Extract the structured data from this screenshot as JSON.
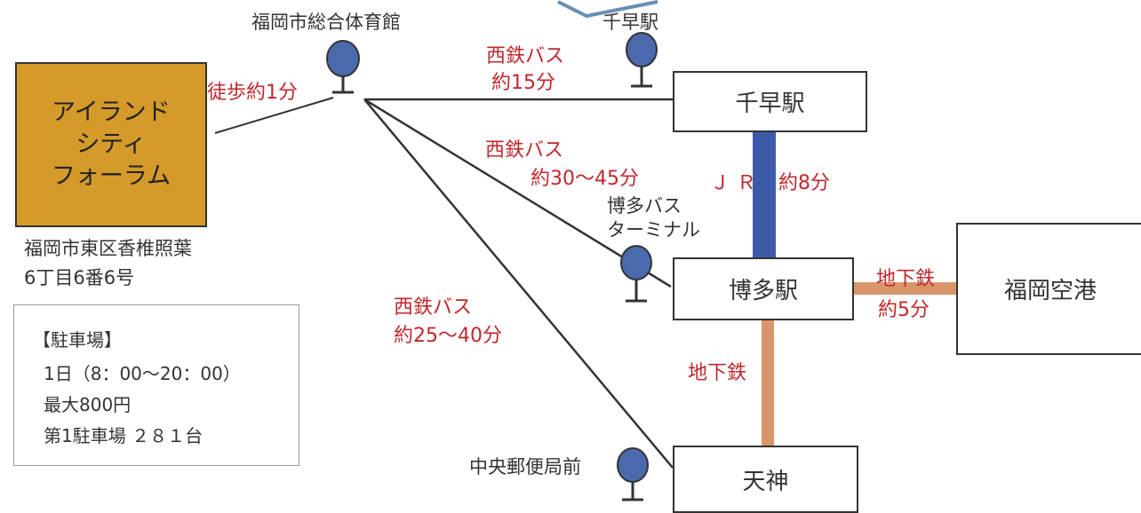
{
  "venue": {
    "name_lines": [
      "アイランド",
      "シティ",
      "フォーラム"
    ],
    "address_line1": "福岡市東区香椎照葉",
    "address_line2": "6丁目6番6号",
    "walk": "徒歩約1分"
  },
  "stations": {
    "chihaya": "千早駅",
    "hakata": "博多駅",
    "tenjin": "天神",
    "airport": "福岡空港"
  },
  "bus_stops": {
    "gym": "福岡市総合体育館",
    "chihaya": "千早駅",
    "hakata_terminal_line1": "博多バス",
    "hakata_terminal_line2": "ターミナル",
    "post_office": "中央郵便局前"
  },
  "routes": {
    "nishitetsu_chihaya_line1": "西鉄バス",
    "nishitetsu_chihaya_line2": "約15分",
    "nishitetsu_hakata_line1": "西鉄バス",
    "nishitetsu_hakata_line2": "約30〜45分",
    "nishitetsu_tenjin_line1": "西鉄バス",
    "nishitetsu_tenjin_line2": "約25〜40分",
    "jr_name": "ＪＲ",
    "jr_time": "約8分",
    "subway_airport_name": "地下鉄",
    "subway_airport_time": "約5分",
    "subway_tenjin_name": "地下鉄"
  },
  "parking": {
    "title": "【駐車場】",
    "hours": "1日（8：00〜20：00）",
    "max": "最大800円",
    "lot": "第1駐車場  ２８１台"
  },
  "colors": {
    "venue_fill": "#d49a2a",
    "jr_line": "#3d5aa8",
    "subway_line": "#d9966a",
    "route_text": "#c0282d",
    "bus_stop_fill": "#4b6aad"
  }
}
